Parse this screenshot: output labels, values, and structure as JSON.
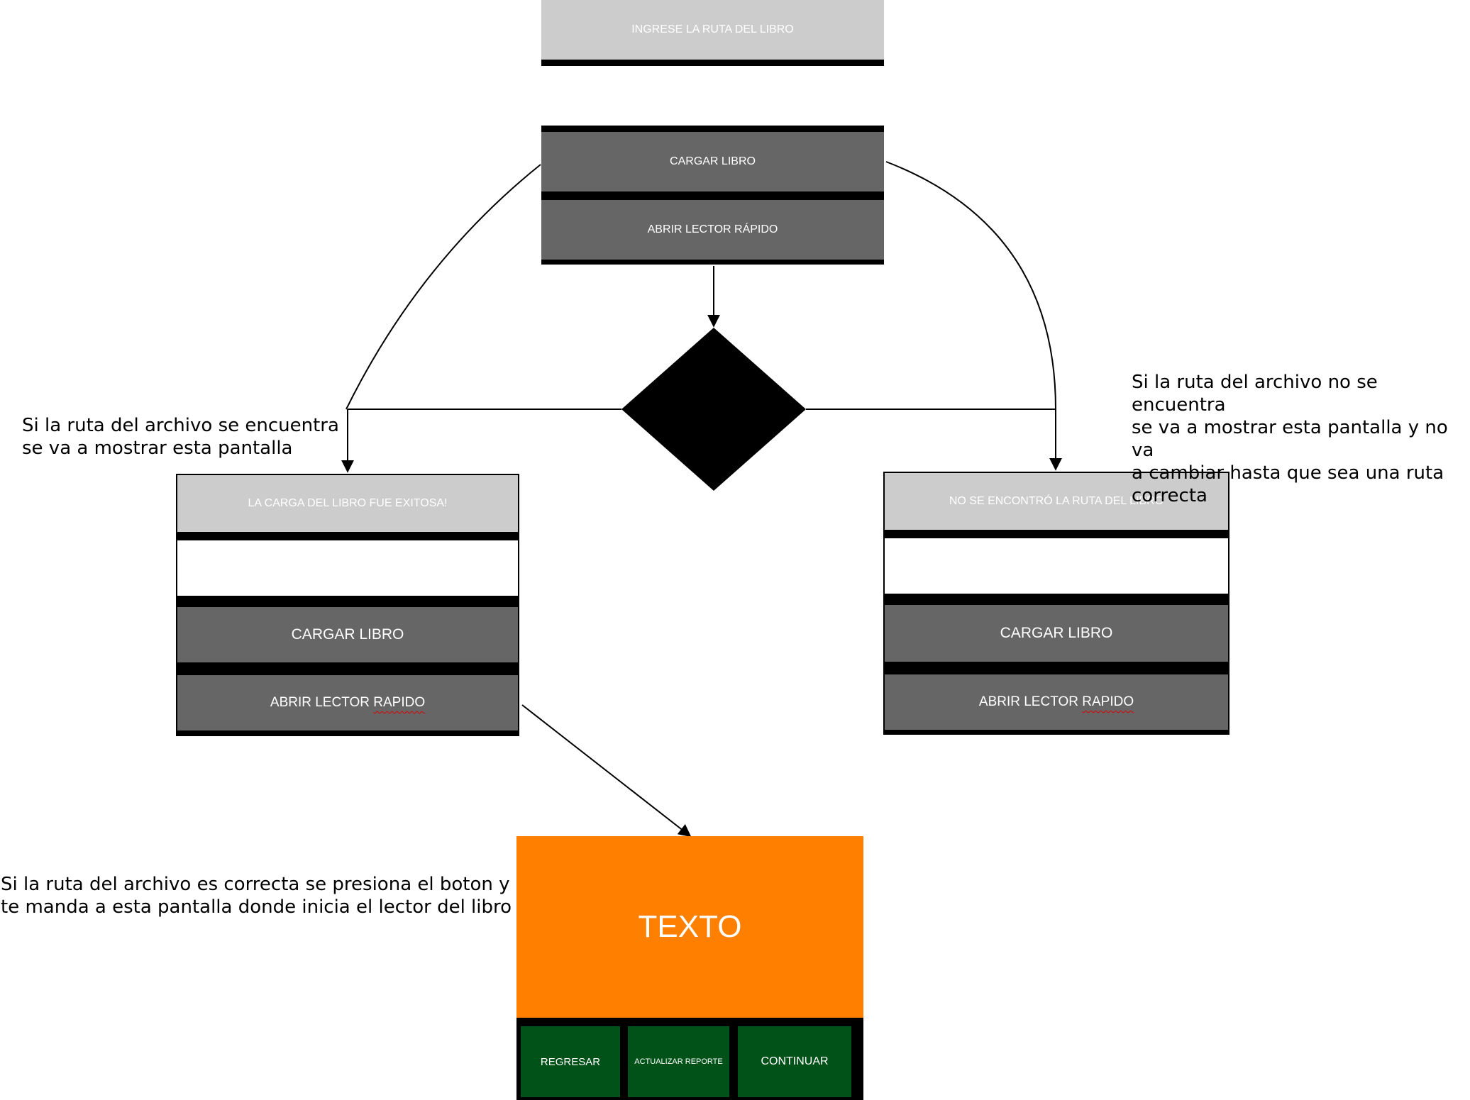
{
  "screen_main": {
    "title": "INGRESE LA RUTA DEL LIBRO",
    "input_value": "",
    "load_button": "CARGAR LIBRO",
    "open_button": "ABRIR LECTOR RÁPIDO"
  },
  "screen_success": {
    "title": "LA CARGA DEL LIBRO FUE EXITOSA!",
    "input_value": "",
    "load_button": "CARGAR LIBRO",
    "open_button_prefix": "ABRIR LECTOR ",
    "open_button_word": "RAPIDO"
  },
  "screen_error": {
    "title": "NO SE ENCONTRÓ LA RUTA DEL LIBRO",
    "input_value": "",
    "load_button": "CARGAR LIBRO",
    "open_button_prefix": "ABRIR LECTOR ",
    "open_button_word": "RAPIDO"
  },
  "reader": {
    "text": "TEXTO",
    "back_button": "REGRESAR",
    "update_button": "ACTUALIZAR REPORTE",
    "continue_button": "CONTINUAR"
  },
  "notes": {
    "success": "Si la ruta del archivo se encuentra\nse va a mostrar esta pantalla",
    "error": "Si la ruta del archivo no se encuentra\nse va a mostrar esta pantalla y no va\na cambiar hasta que sea una ruta\ncorrecta",
    "reader": "Si la ruta del archivo es correcta se presiona el boton y\nte manda a esta pantalla donde inicia el lector del libro"
  },
  "colors": {
    "title_bar": "#cccccc",
    "button": "#666666",
    "reader_bg": "#ff8000",
    "reader_button": "#005218"
  }
}
